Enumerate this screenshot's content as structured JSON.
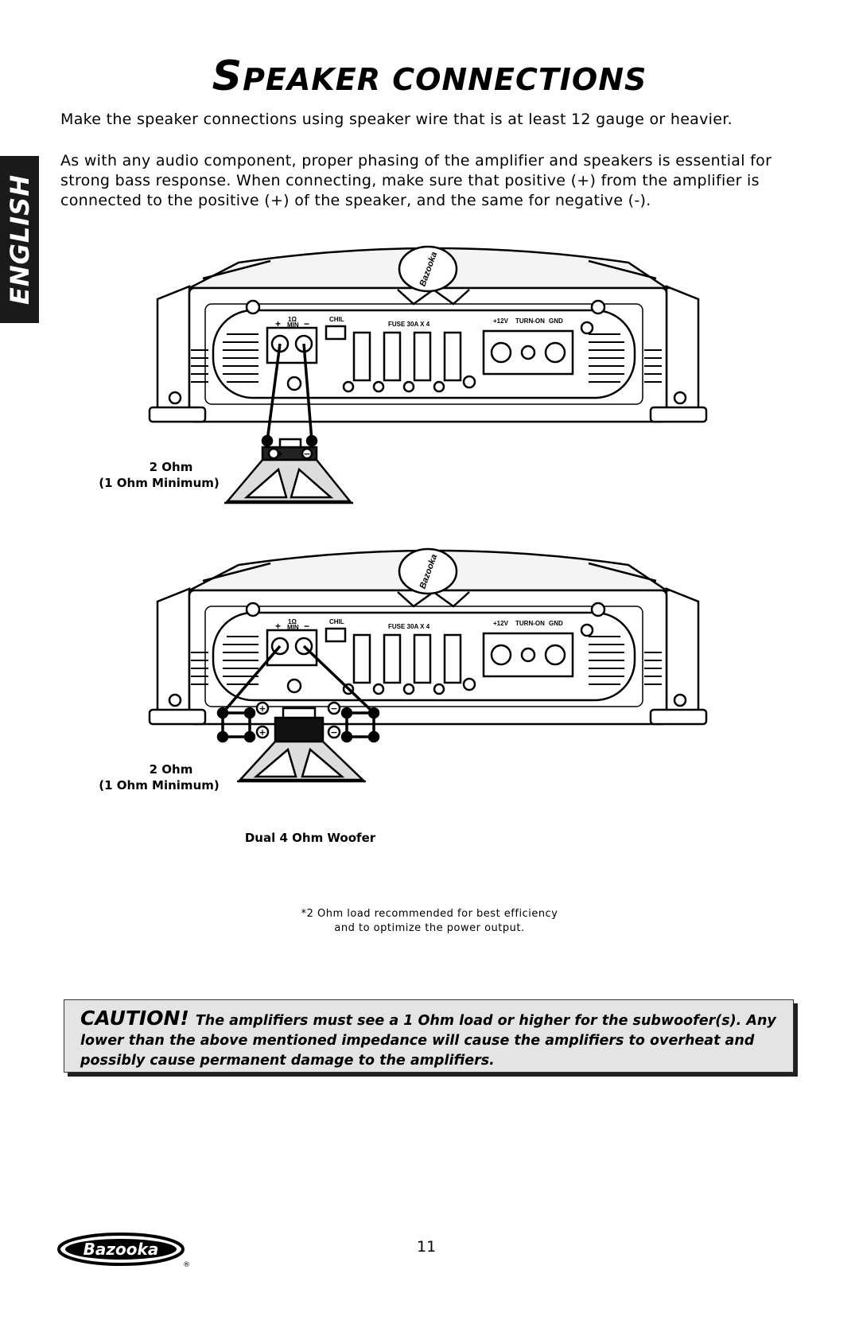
{
  "sidebar": {
    "language": "ENGLISH"
  },
  "page": {
    "title_first": "S",
    "title_rest": "PEAKER CONNECTIONS",
    "para1": "Make the speaker connections using speaker wire that is at least 12 gauge or heavier.",
    "para2": "As with any audio component, proper phasing of the amplifier and speakers is essential for strong bass response. When connecting, make sure that positive (+) from the amplifier is connected to the positive (+) of the speaker, and the same for negative (-).",
    "note_line1": "*2 Ohm load recommended for best efficiency",
    "note_line2": "and to optimize the power output.",
    "caution_head": "CAUTION!",
    "caution_text": "The amplifiers must see a 1 Ohm load or higher for the subwoofer(s).  Any lower than the above mentioned impedance will cause the amplifiers to overheat and possibly cause permanent damage to the amplifiers.",
    "page_number": "11",
    "logo_text": "Bazooka",
    "registered_mark": "®"
  },
  "amp_labels": {
    "ohm": "1Ω",
    "min": "MIN",
    "plus": "+",
    "minus": "−",
    "chil": "CHIL",
    "fuse": "FUSE 30A X 4",
    "v12": "+12V",
    "turn_on": "TURN-ON",
    "gnd": "GND",
    "badge": "Bazooka"
  },
  "diagram1": {
    "ohm_label": "2 Ohm",
    "min_label": "(1 Ohm Minimum)"
  },
  "diagram2": {
    "ohm_label": "2 Ohm",
    "min_label": "(1 Ohm Minimum)",
    "woofer_label": "Dual 4 Ohm Woofer"
  }
}
